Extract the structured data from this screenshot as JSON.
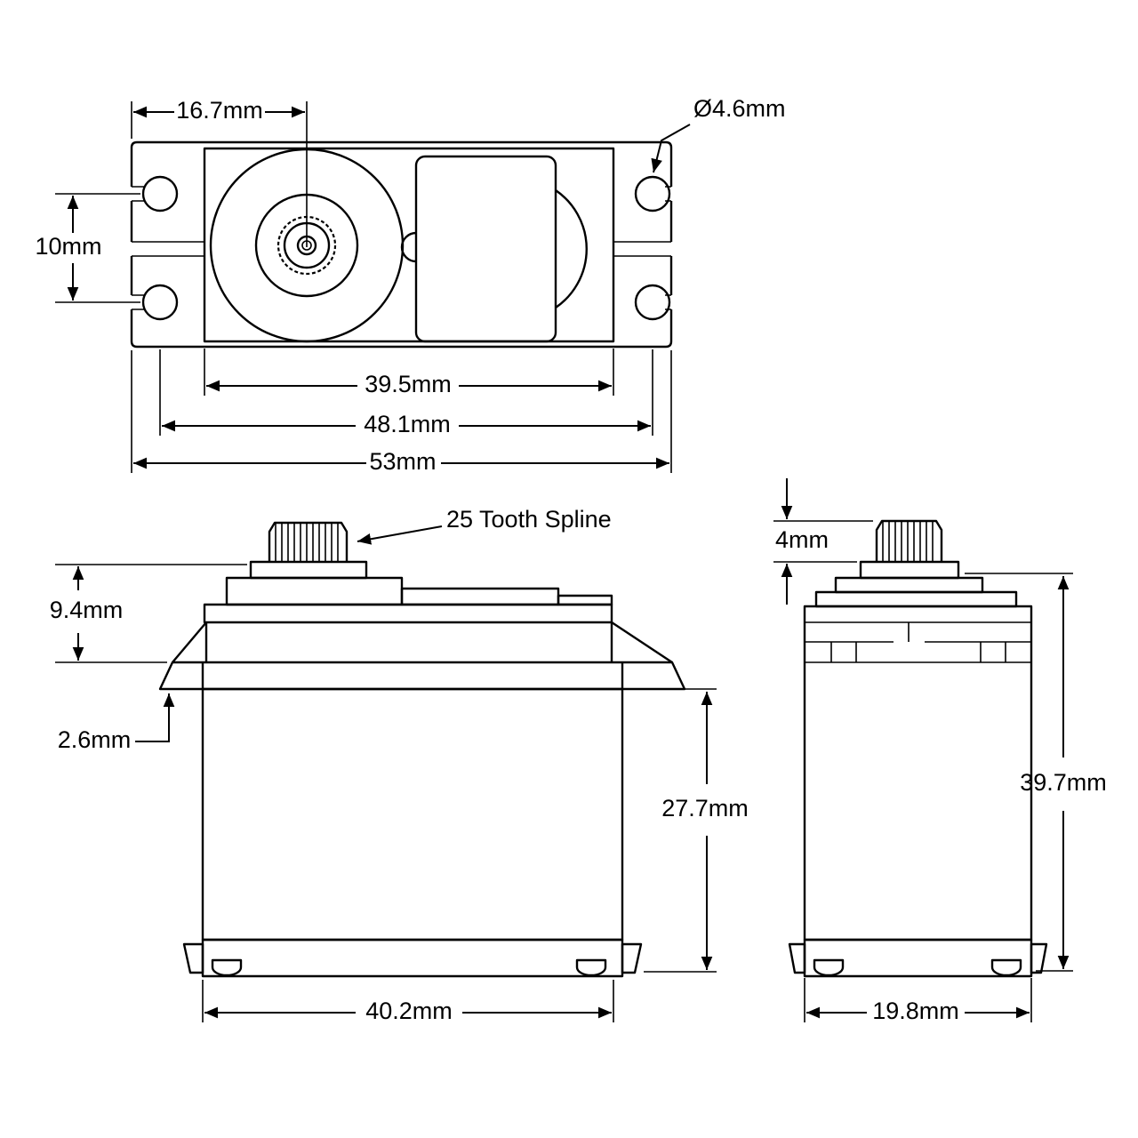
{
  "drawing": {
    "top_view": {
      "dims": {
        "spline_offset": "16.7mm",
        "hole_diameter": "Ø4.6mm",
        "hole_pitch_vertical": "10mm",
        "body_width": "39.5mm",
        "hole_pitch_horizontal": "48.1mm",
        "overall_width": "53mm"
      }
    },
    "side_view": {
      "spline_note": "25 Tooth Spline",
      "dims": {
        "upper_height": "9.4mm",
        "flange_thickness": "2.6mm",
        "lower_height": "27.7mm",
        "body_length": "40.2mm"
      }
    },
    "front_view": {
      "dims": {
        "spline_height": "4mm",
        "overall_height": "39.7mm",
        "body_depth": "19.8mm"
      }
    }
  }
}
